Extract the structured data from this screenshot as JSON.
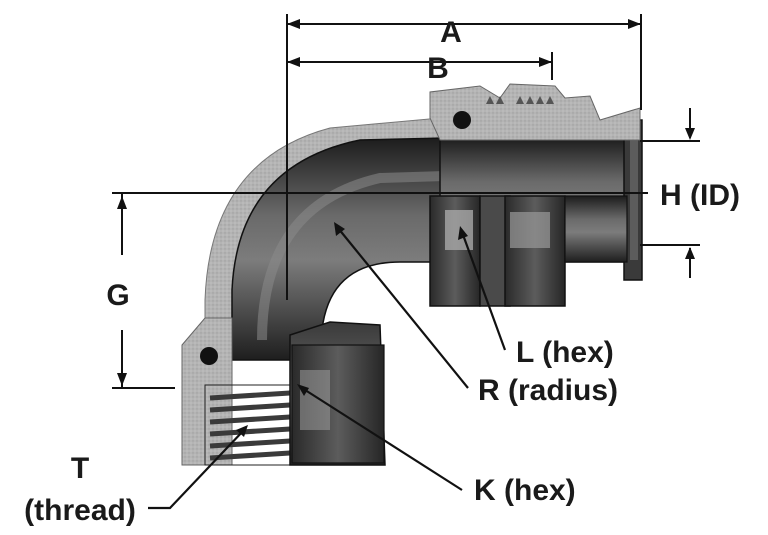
{
  "labels": {
    "A": "A",
    "B": "B",
    "G": "G",
    "H": "H (ID)",
    "L": "L (hex)",
    "R": "R (radius)",
    "K": "K (hex)",
    "T_line1": "T",
    "T_line2": "(thread)"
  },
  "colors": {
    "background": "#ffffff",
    "metal_dark": "#2b2b2b",
    "metal_mid": "#5a5a5a",
    "section_light": "#b8b8b8",
    "section_shade": "#8c8c8c",
    "lines": "#111111"
  },
  "icons": {
    "fitting": "elbow-fitting-cutaway"
  }
}
